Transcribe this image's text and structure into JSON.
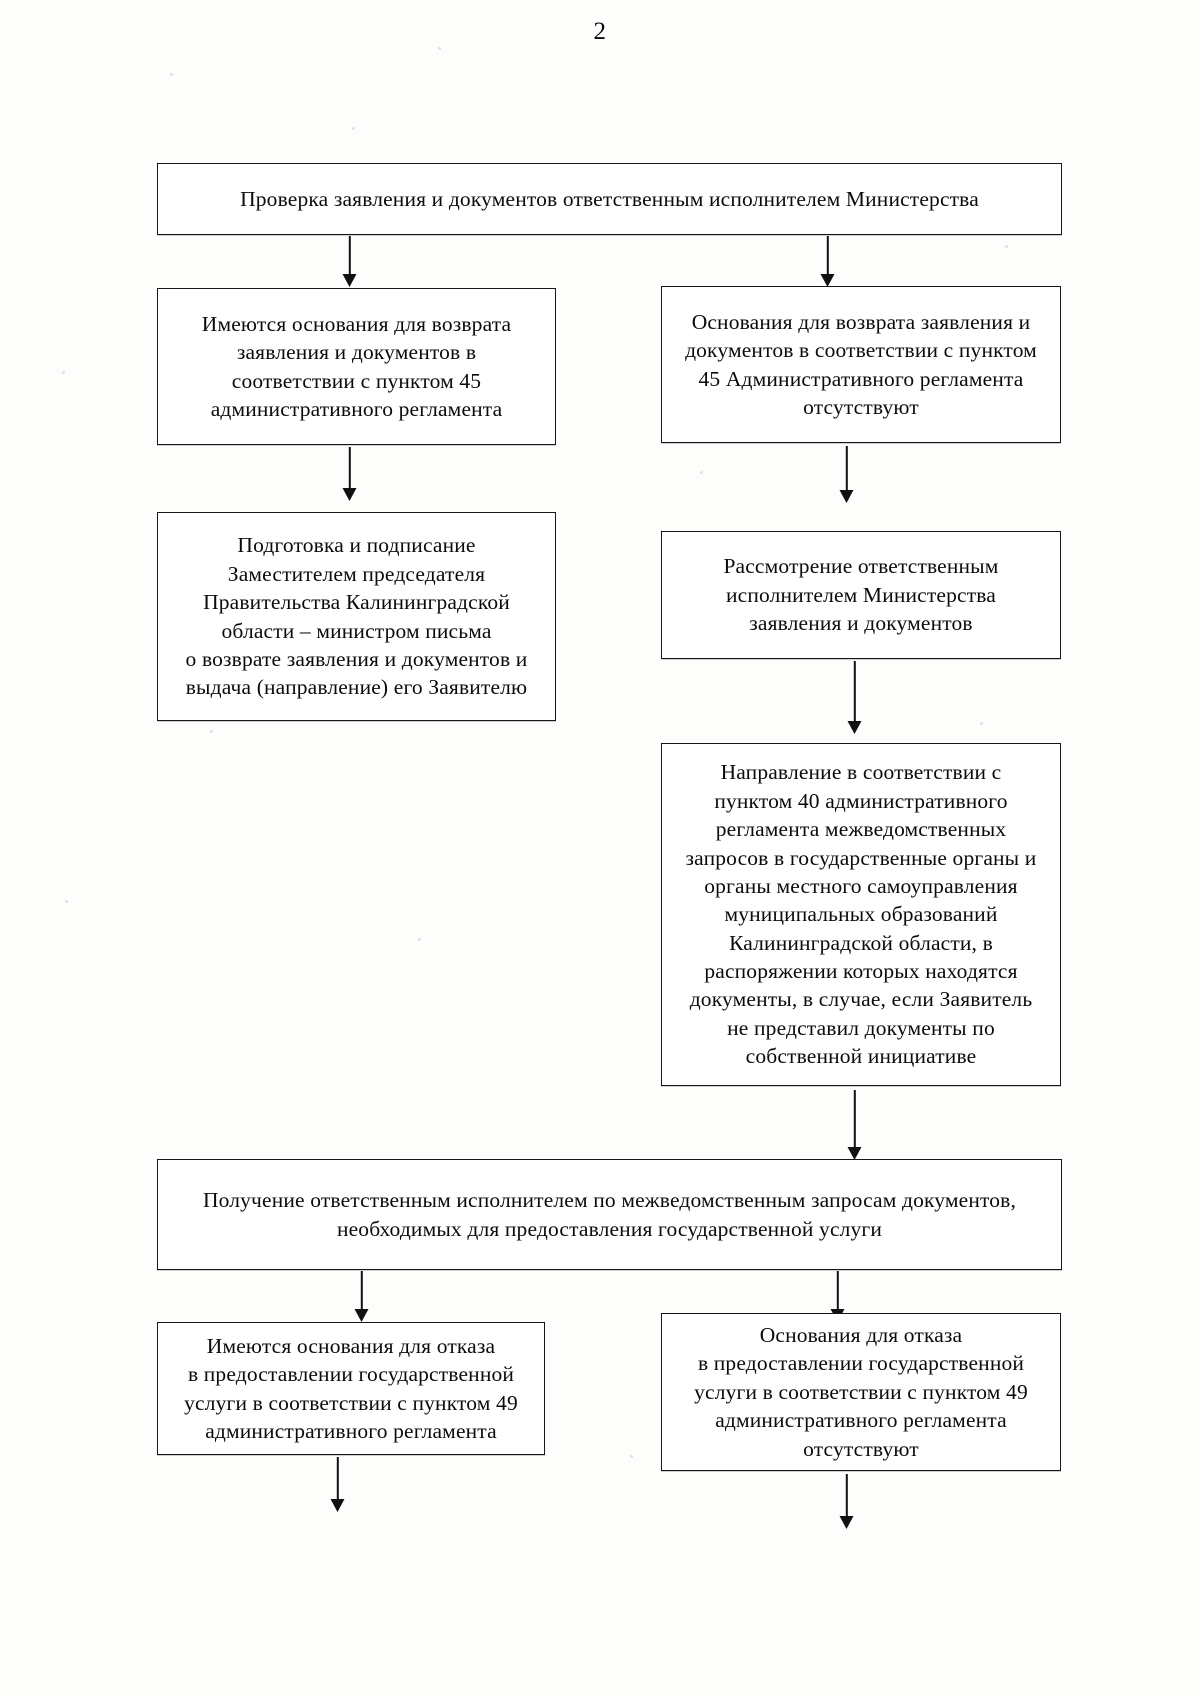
{
  "document": {
    "page_number": "2",
    "type": "flowchart"
  },
  "chart_data": {
    "type": "diagram",
    "title": "",
    "nodes": [
      {
        "id": "check",
        "text": "Проверка заявления и документов ответственным исполнителем Министерства"
      },
      {
        "id": "grounds-return-present",
        "text": "Имеются основания для возврата\nзаявления и документов в\nсоответствии с пунктом 45\nадминистративного регламента"
      },
      {
        "id": "grounds-return-absent",
        "text": "Основания для возврата заявления и\nдокументов в соответствии с пунктом\n45 Административного регламента\nотсутствуют"
      },
      {
        "id": "prepare-sign-letter",
        "text": "Подготовка и подписание\nЗаместителем председателя\nПравительства Калининградской\nобласти – министром письма\nо возврате заявления и документов и\nвыдача (направление) его Заявителю"
      },
      {
        "id": "review-application",
        "text": "Рассмотрение ответственным\nисполнителем Министерства\nзаявления и документов"
      },
      {
        "id": "interagency-requests",
        "text": "Направление в соответствии с\nпунктом 40 административного\nрегламента межведомственных\nзапросов в государственные органы и\nорганы местного самоуправления\nмуниципальных образований\nКалининградской области, в\nраспоряжении которых находятся\nдокументы, в случае, если Заявитель\nне представил документы по\nсобственной инициативе"
      },
      {
        "id": "receive-documents",
        "text": "Получение ответственным исполнителем по межведомственным запросам документов,\nнеобходимых для предоставления государственной услуги"
      },
      {
        "id": "refusal-grounds-present",
        "text": "Имеются основания для отказа\nв предоставлении государственной\nуслуги в соответствии с пунктом 49\nадминистративного регламента"
      },
      {
        "id": "refusal-grounds-absent",
        "text": "Основания для отказа\nв предоставлении государственной\nуслуги в соответствии с пунктом 49\nадминистративного регламента\nотсутствуют"
      }
    ],
    "edges": [
      {
        "from": "check",
        "to": "grounds-return-present"
      },
      {
        "from": "check",
        "to": "grounds-return-absent"
      },
      {
        "from": "grounds-return-present",
        "to": "prepare-sign-letter"
      },
      {
        "from": "grounds-return-absent",
        "to": "review-application"
      },
      {
        "from": "review-application",
        "to": "interagency-requests"
      },
      {
        "from": "interagency-requests",
        "to": "receive-documents"
      },
      {
        "from": "receive-documents",
        "to": "refusal-grounds-present"
      },
      {
        "from": "receive-documents",
        "to": "refusal-grounds-absent"
      },
      {
        "from": "refusal-grounds-present",
        "to": "next-page"
      },
      {
        "from": "refusal-grounds-absent",
        "to": "next-page"
      }
    ]
  }
}
